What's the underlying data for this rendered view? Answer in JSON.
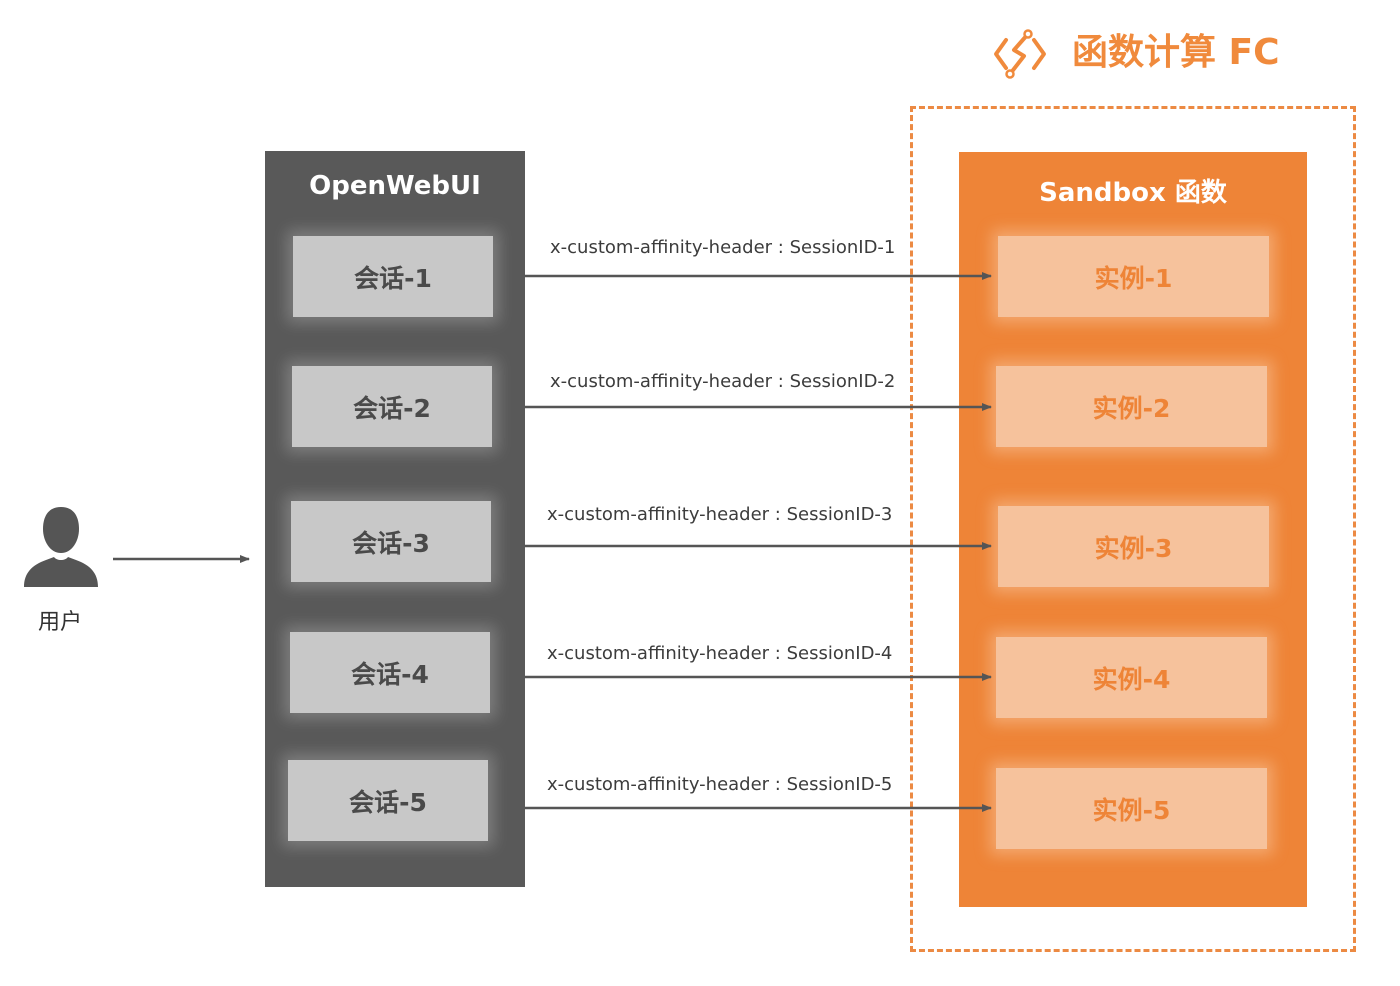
{
  "header": {
    "title": "函数计算 FC",
    "logo_icon": "fc-logo-icon"
  },
  "user": {
    "label": "用户",
    "icon": "user-icon"
  },
  "openwebui": {
    "title": "OpenWebUI",
    "sessions": [
      "会话-1",
      "会话-2",
      "会话-3",
      "会话-4",
      "会话-5"
    ]
  },
  "sandbox": {
    "title": "Sandbox 函数",
    "instances": [
      "实例-1",
      "实例-2",
      "实例-3",
      "实例-4",
      "实例-5"
    ]
  },
  "connections": [
    {
      "label": "x-custom-affinity-header : SessionID-1"
    },
    {
      "label": "x-custom-affinity-header : SessionID-2"
    },
    {
      "label": "x-custom-affinity-header : SessionID-3"
    },
    {
      "label": "x-custom-affinity-header : SessionID-4"
    },
    {
      "label": "x-custom-affinity-header : SessionID-5"
    }
  ],
  "colors": {
    "accent_orange": "#ee8437",
    "openwebui_gray": "#595959",
    "session_gray": "#c8c8c8",
    "instance_light": "#f6c29c",
    "arrow": "#555555"
  }
}
